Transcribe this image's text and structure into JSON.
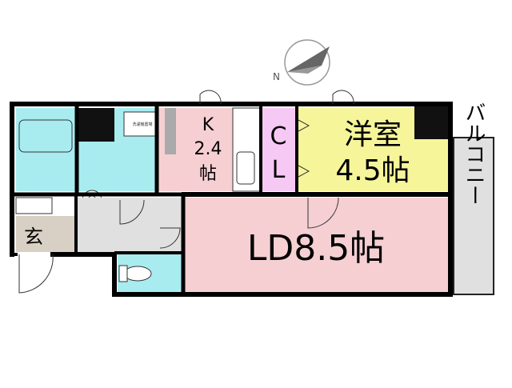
{
  "compass": {
    "label": "N"
  },
  "rooms": {
    "kitchen": {
      "line1": "K",
      "line2": "2.4",
      "line3": "帖"
    },
    "closet": {
      "line1": "C",
      "line2": "L"
    },
    "western_room": {
      "line1": "洋室",
      "line2": "4.5帖"
    },
    "living_dining": {
      "label": "LD8.5帖"
    },
    "balcony": {
      "label": "バルコニー"
    },
    "entrance": {
      "label": "玄"
    },
    "washer_space": {
      "label": "洗濯機置場"
    }
  },
  "colors": {
    "bath_blue": "#a8ecf0",
    "kitchen_pink": "#f6cfd3",
    "closet_purple": "#f6c8f4",
    "western_yellow": "#f6f59a",
    "ld_pink": "#f6cfd3",
    "hall_gray": "#e0e0e0",
    "entrance_tan": "#d8d0c4",
    "wall": "#000000"
  }
}
